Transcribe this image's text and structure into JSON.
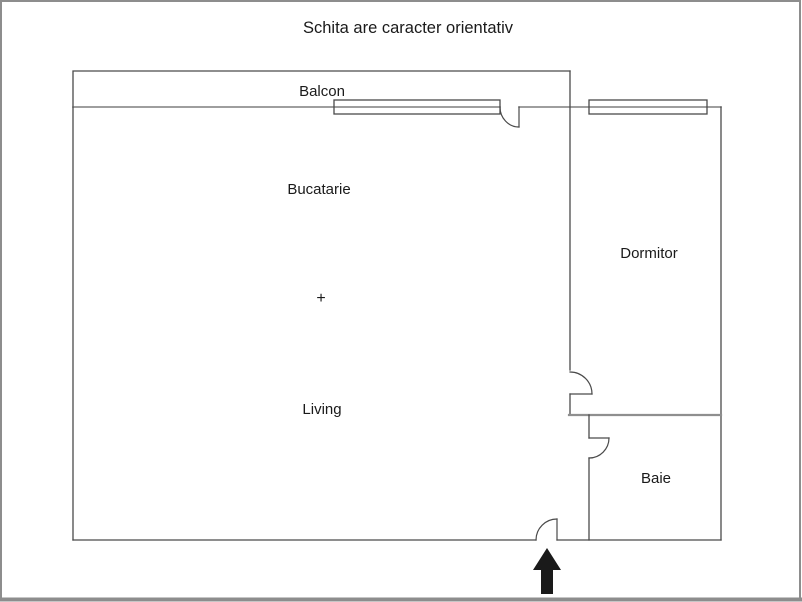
{
  "title": "Schita are caracter orientativ",
  "plan": {
    "rooms": {
      "balcon": "Balcon",
      "bucatarie": "Bucatarie",
      "living": "Living",
      "dormitor": "Dormitor",
      "baie": "Baie"
    },
    "center_marker": "+",
    "entrance_icon": "arrow-up-icon"
  },
  "colors": {
    "background": "#ffffff",
    "wall": "#4a4a4a",
    "wall_light": "#7e7e7e",
    "wall_thick": "#8f8f8f",
    "text": "#1a1a1a",
    "arrow": "#1a1a1a",
    "border": "#8d8d8d"
  }
}
